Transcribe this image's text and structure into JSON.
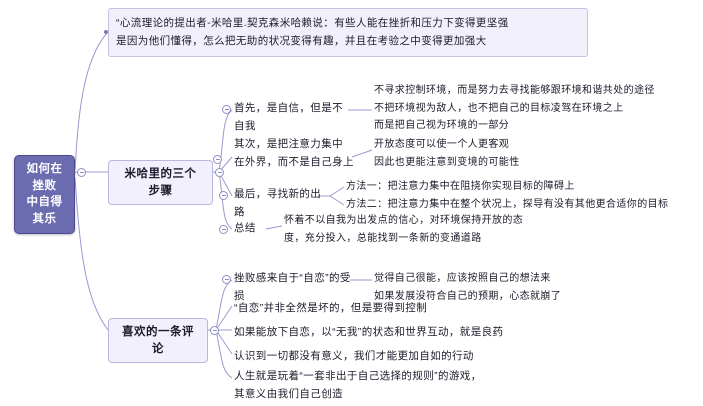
{
  "map": {
    "title": "如何在挫败中自得其乐",
    "root_label": "如何在挫败\n中自得其乐",
    "quote": "“心流理论的提出者-米哈里.契克森米哈赖说：有些人能在挫折和压力下变得更坚强\n是因为他们懂得，怎么把无助的状况变得有趣，并且在考验之中变得更加强大",
    "branch1": {
      "label": "米哈里的三个步骤",
      "children": [
        {
          "label": "首先，是自信，但是不自我",
          "detail": "不寻求控制环境，而是努力去寻找能够跟环境和谐共处的途径\n不把环境视为敌人，也不把自己的目标凌驾在环境之上\n而是把自己视为环境的一部分"
        },
        {
          "label": "其次，是把注意力集中\n在外界，而不是自己身上",
          "detail": "开放态度可以使一个人更客观\n因此也更能注意到变境的可能性"
        },
        {
          "label": "最后，寻找新的出路",
          "detail": "方法一：把注意力集中在阻挠你实现目标的障碍上\n方法二：把注意力集中在整个状况上，探导有没有其他更合适你的目标"
        },
        {
          "label": "总结",
          "detail": "怀着不以自我为出发点的信心，对环境保持开放的态\n度，充分投入，总能找到一条新的变通道路"
        }
      ]
    },
    "branch2": {
      "label": "喜欢的一条评论",
      "children": [
        {
          "label": "挫败感来自于“自恋”的受损",
          "detail": "觉得自己很能，应该按照自己的想法来\n如果发展没符合自己的预期，心态就崩了"
        },
        {
          "label": "“自恋”并非全然是坏的，但是要得到控制",
          "detail": ""
        },
        {
          "label": "如果能放下自恋，以“无我”的状态和世界互动，就是良药",
          "detail": ""
        },
        {
          "label": "认识到一切都没有意义，我们才能更加自如的行动",
          "detail": ""
        },
        {
          "label": "人生就是玩着“一套非出于自己选择的规则”的游戏，\n其意义由我们自己创造",
          "detail": ""
        }
      ]
    },
    "colors": {
      "root_fill": "#6b6bb0",
      "branch_fill": "#f2f1fb",
      "line": "#9b99cf",
      "text": "#1b1b2b"
    }
  }
}
